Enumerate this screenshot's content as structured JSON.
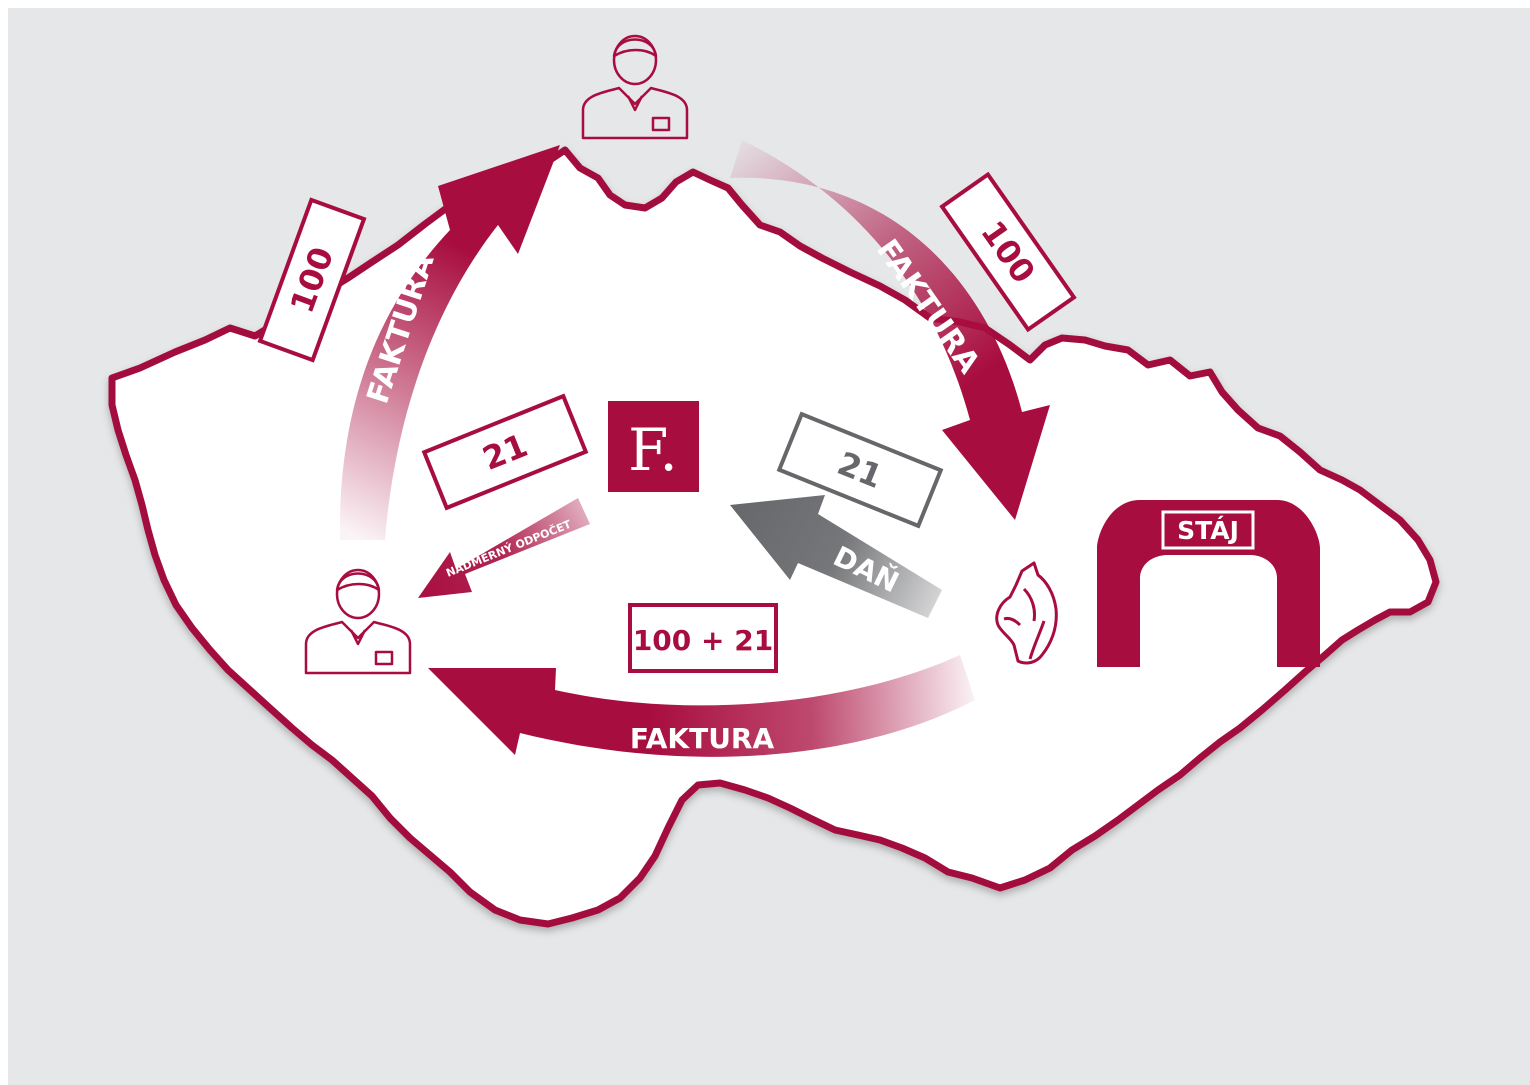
{
  "colors": {
    "background": "#e6e7e9",
    "map_fill": "#ffffff",
    "map_border": "#a30d3c",
    "accent": "#a80d3f",
    "tax_gray": "#66676a",
    "white": "#ffffff"
  },
  "arrows": {
    "left_up_label": "FAKTURA",
    "right_down_label": "FAKTURA",
    "bottom_label": "FAKTURA",
    "tax_label": "DAŇ",
    "refund_label": "NADMĚRNÝ ODPOČET"
  },
  "notes": {
    "top_left_value": "100",
    "top_right_value": "100",
    "left_tax_value": "21",
    "right_tax_value": "21",
    "bottom_total_value": "100 + 21"
  },
  "tax_office": {
    "letter": "F."
  },
  "stable": {
    "label": "STÁJ"
  },
  "icons": {
    "top_person": "person-icon",
    "left_person": "person-icon",
    "horse": "horse-head-icon",
    "stable": "stable-arch-icon"
  }
}
